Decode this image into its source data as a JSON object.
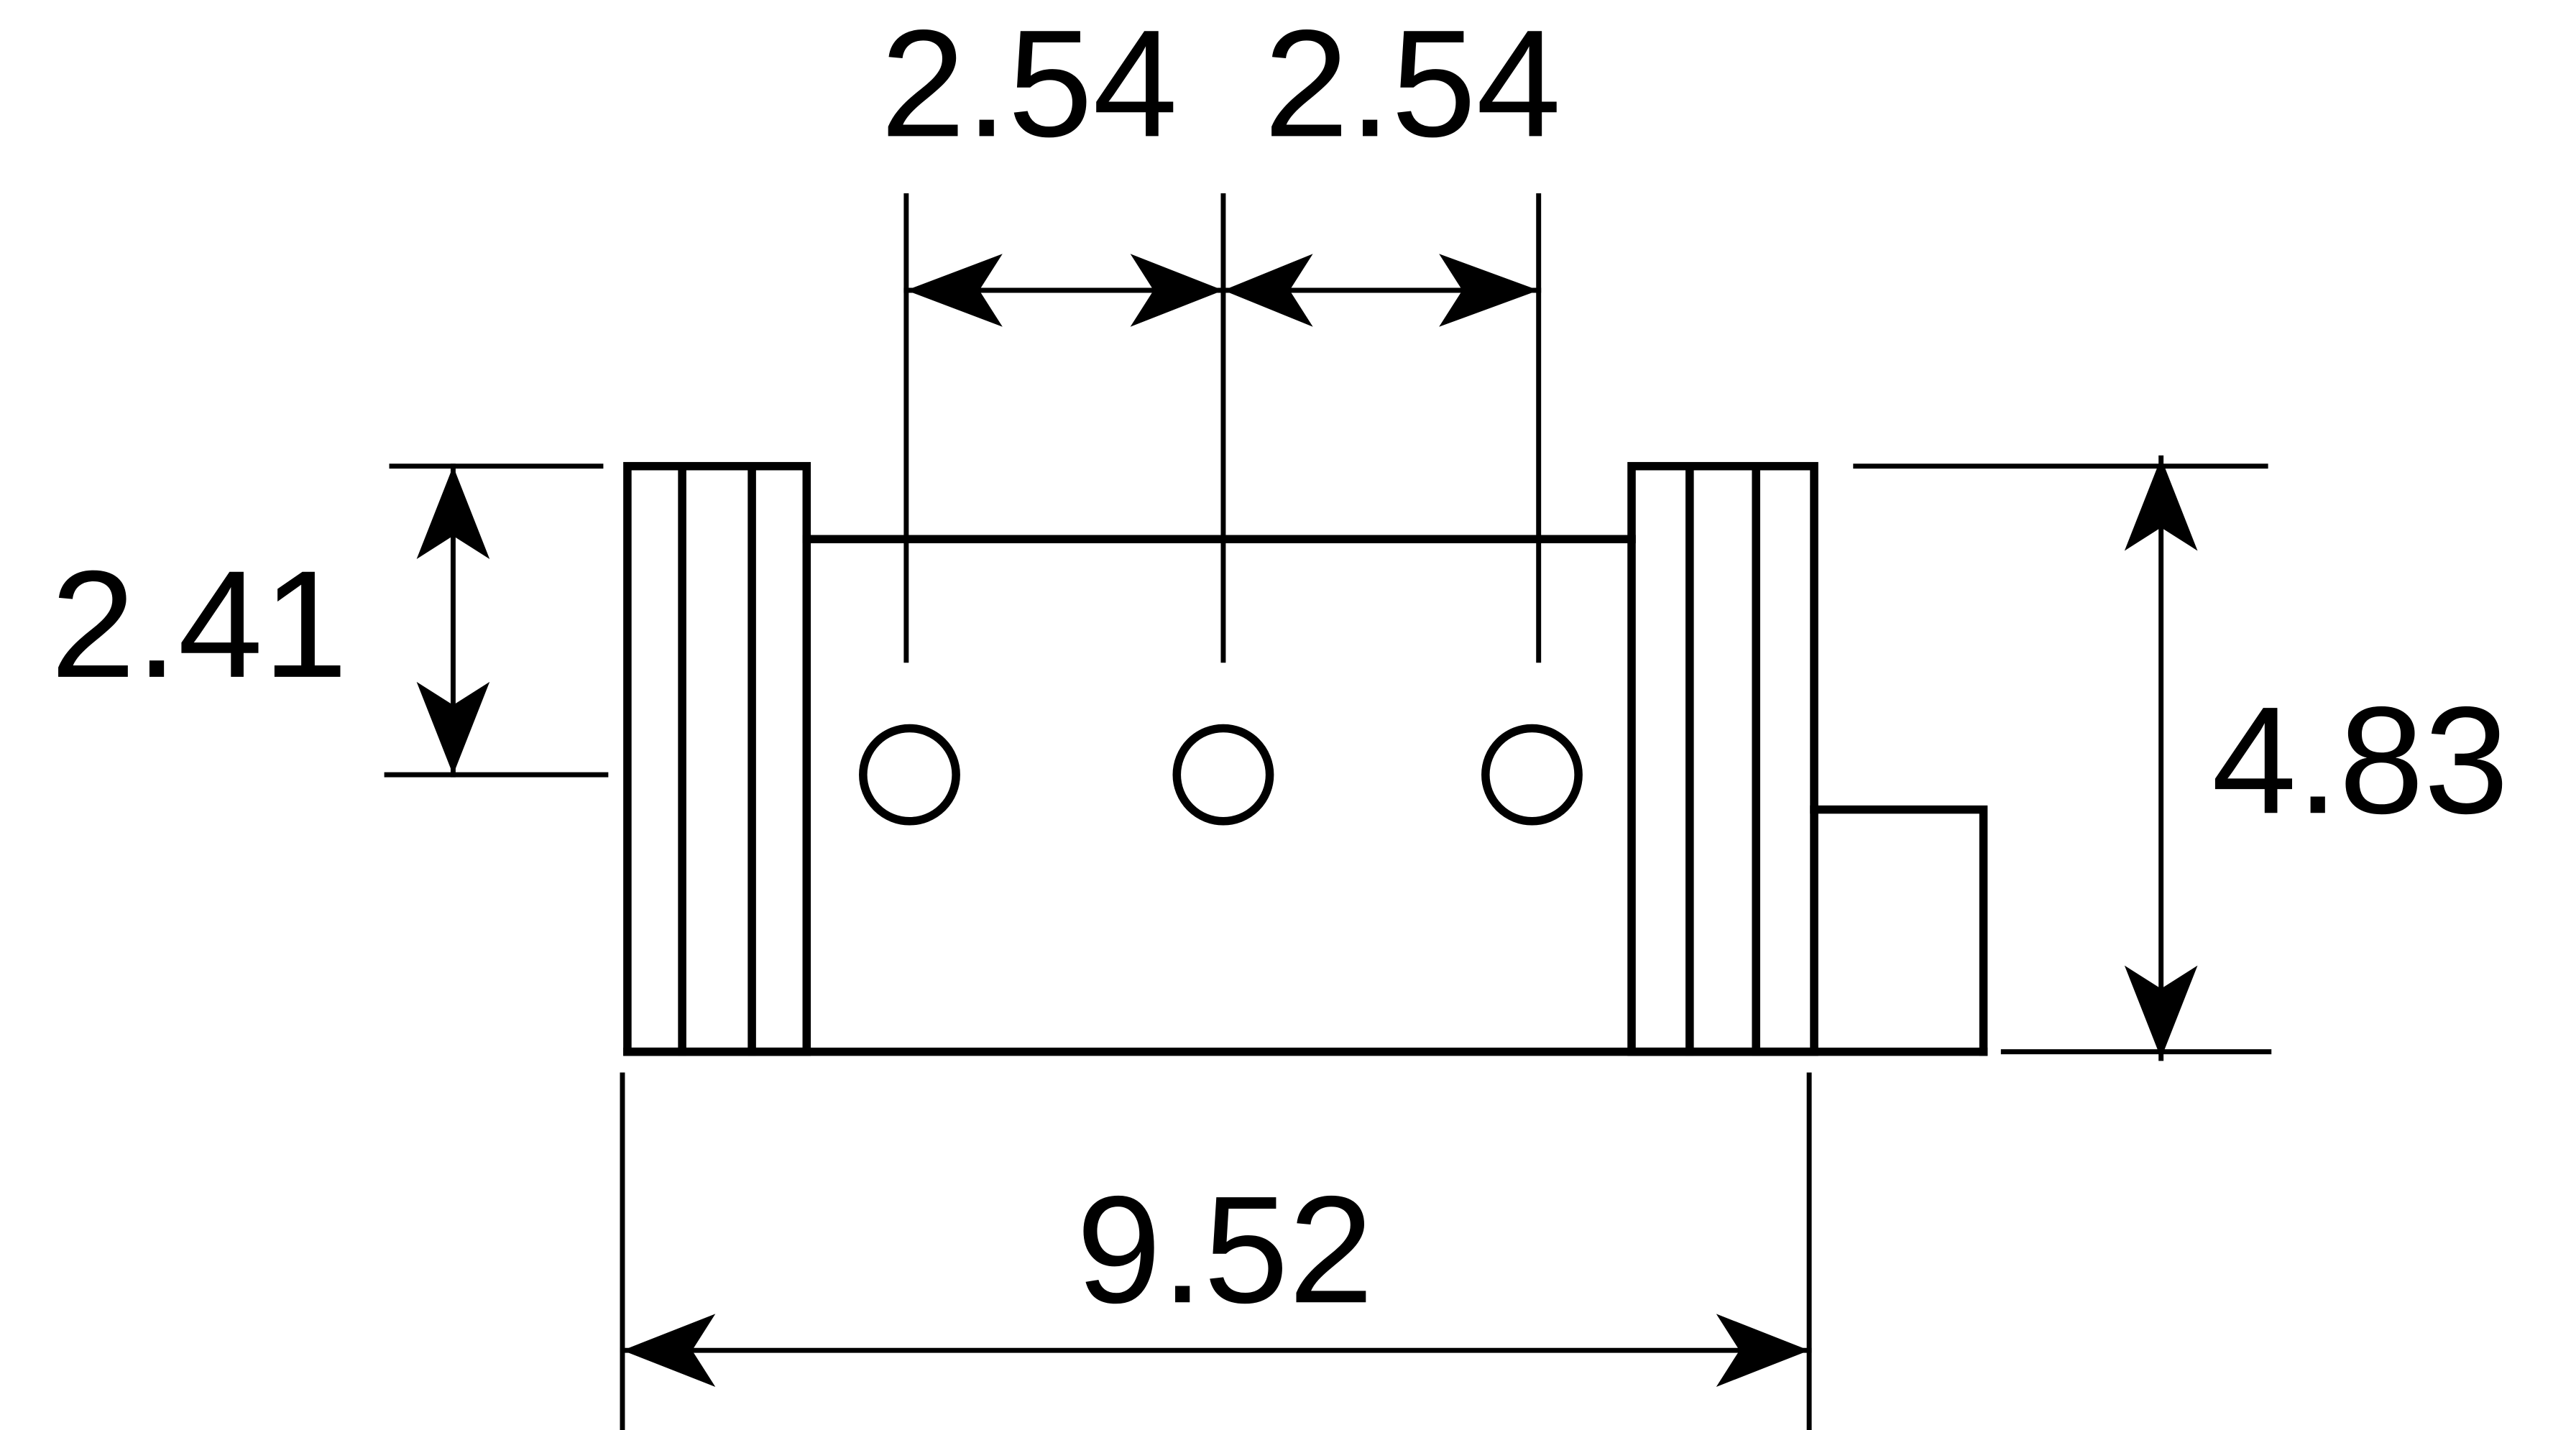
{
  "dimensions": {
    "pitch_1": "2.54",
    "pitch_2": "2.54",
    "pin_height": "2.41",
    "body_height": "4.83",
    "body_width": "9.52"
  },
  "colors": {
    "stroke": "#000000",
    "background": "#ffffff"
  }
}
